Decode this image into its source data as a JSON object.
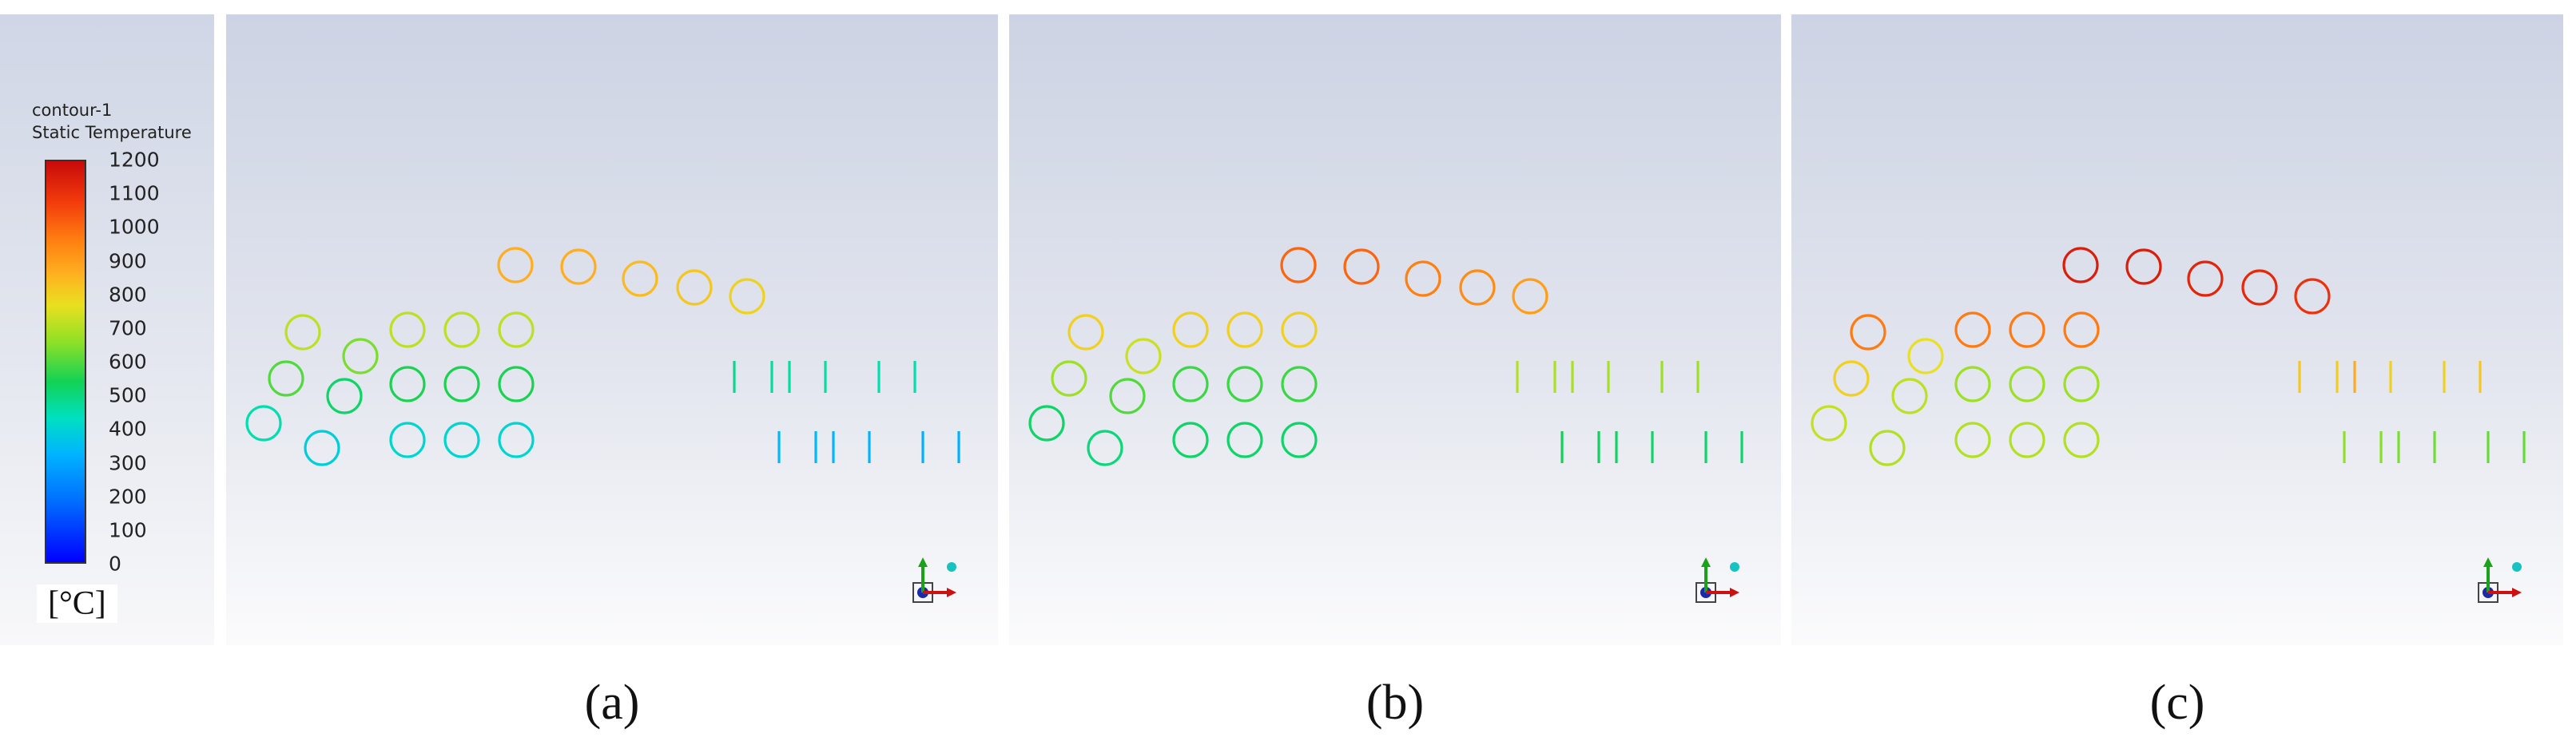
{
  "legend": {
    "title": "contour-1",
    "subtitle": "Static Temperature",
    "ticks": [
      "1200",
      "1100",
      "1000",
      "900",
      "800",
      "700",
      "600",
      "500",
      "400",
      "300",
      "200",
      "100",
      "0"
    ],
    "unit": "[°C]",
    "colors": [
      "#0000ff",
      "#0066ff",
      "#00b4ff",
      "#00e0c0",
      "#12d255",
      "#8fe026",
      "#e8e020",
      "#ffb020",
      "#ff7a10",
      "#f23a0c",
      "#c80a0a"
    ]
  },
  "panels": [
    {
      "label": "(a)",
      "tubes_top": [
        845,
        845,
        815,
        785,
        755
      ],
      "tubes_row1": [
        660,
        580,
        660,
        660,
        660
      ],
      "tubes_row2": [
        540,
        460,
        490,
        490,
        490
      ],
      "tubes_row3": [
        380,
        310,
        330,
        330,
        330
      ],
      "fins_upper": [
        420,
        400,
        395,
        390,
        380,
        380
      ],
      "fins_lower": [
        250,
        250,
        245,
        240,
        235,
        235
      ]
    },
    {
      "label": "(b)",
      "tubes_top": [
        1000,
        1000,
        950,
        920,
        880
      ],
      "tubes_row1": [
        760,
        680,
        760,
        760,
        760
      ],
      "tubes_row2": [
        620,
        540,
        520,
        520,
        520
      ],
      "tubes_row3": [
        460,
        440,
        460,
        460,
        460
      ],
      "fins_upper": [
        650,
        640,
        635,
        630,
        620,
        620
      ],
      "fins_lower": [
        480,
        470,
        465,
        460,
        455,
        455
      ]
    },
    {
      "label": "(c)",
      "tubes_top": [
        1150,
        1150,
        1130,
        1120,
        1100
      ],
      "tubes_row1": [
        960,
        720,
        960,
        960,
        960
      ],
      "tubes_row2": [
        760,
        660,
        620,
        620,
        620
      ],
      "tubes_row3": [
        670,
        650,
        650,
        650,
        650
      ],
      "fins_upper": [
        780,
        770,
        850,
        760,
        760,
        780
      ],
      "fins_lower": [
        600,
        590,
        580,
        570,
        560,
        560
      ]
    }
  ]
}
